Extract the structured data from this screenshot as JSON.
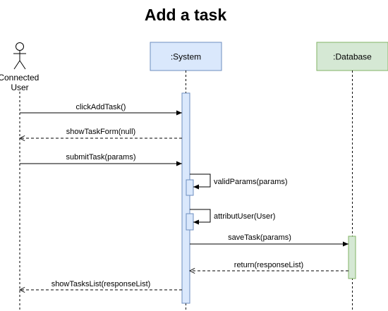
{
  "title": "Add a task",
  "participants": {
    "actor": "Connected User",
    "system": ":System",
    "database": ":Database"
  },
  "messages": [
    {
      "label": "clickAddTask()",
      "style": "sync"
    },
    {
      "label": "showTaskForm(null)",
      "style": "return"
    },
    {
      "label": "submitTask(params)",
      "style": "sync"
    },
    {
      "label": "validParams(params)",
      "style": "self"
    },
    {
      "label": "attributUser(User)",
      "style": "self"
    },
    {
      "label": "saveTask(params)",
      "style": "sync"
    },
    {
      "label": "return(responseList)",
      "style": "return"
    },
    {
      "label": "showTasksList(responseList)",
      "style": "return"
    }
  ],
  "colors": {
    "system_fill": "#dae8fc",
    "system_stroke": "#6c8ebf",
    "database_fill": "#d5e8d4",
    "database_stroke": "#82b366",
    "line": "#000000"
  }
}
